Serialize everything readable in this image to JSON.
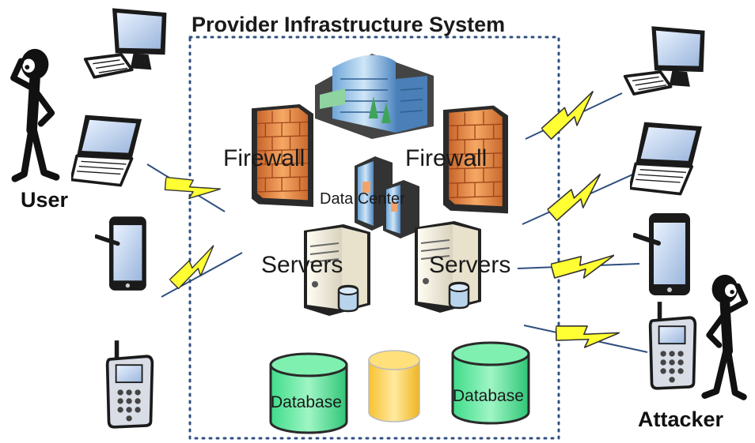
{
  "title": "Provider Infrastructure System",
  "labels": {
    "firewall_left": "Firewall",
    "firewall_right": "Firewall",
    "data_center": "Data Center",
    "servers_left": "Servers",
    "servers_right": "Servers",
    "database_left": "Database",
    "database_right": "Database"
  },
  "actors": {
    "user": "User",
    "attacker": "Attacker"
  },
  "colors": {
    "boundary": "#2f4f7f",
    "firewall": "#f4a460",
    "lightning": "#ffff33",
    "database_green": "#3ddc84",
    "database_yellow": "#ffd34d"
  },
  "icons": [
    "desktop-icon",
    "laptop-icon",
    "tablet-icon",
    "cellphone-icon",
    "building-icon",
    "firewall-icon",
    "data-center-icon",
    "server-icon",
    "database-icon",
    "lightning-icon",
    "person-icon"
  ]
}
